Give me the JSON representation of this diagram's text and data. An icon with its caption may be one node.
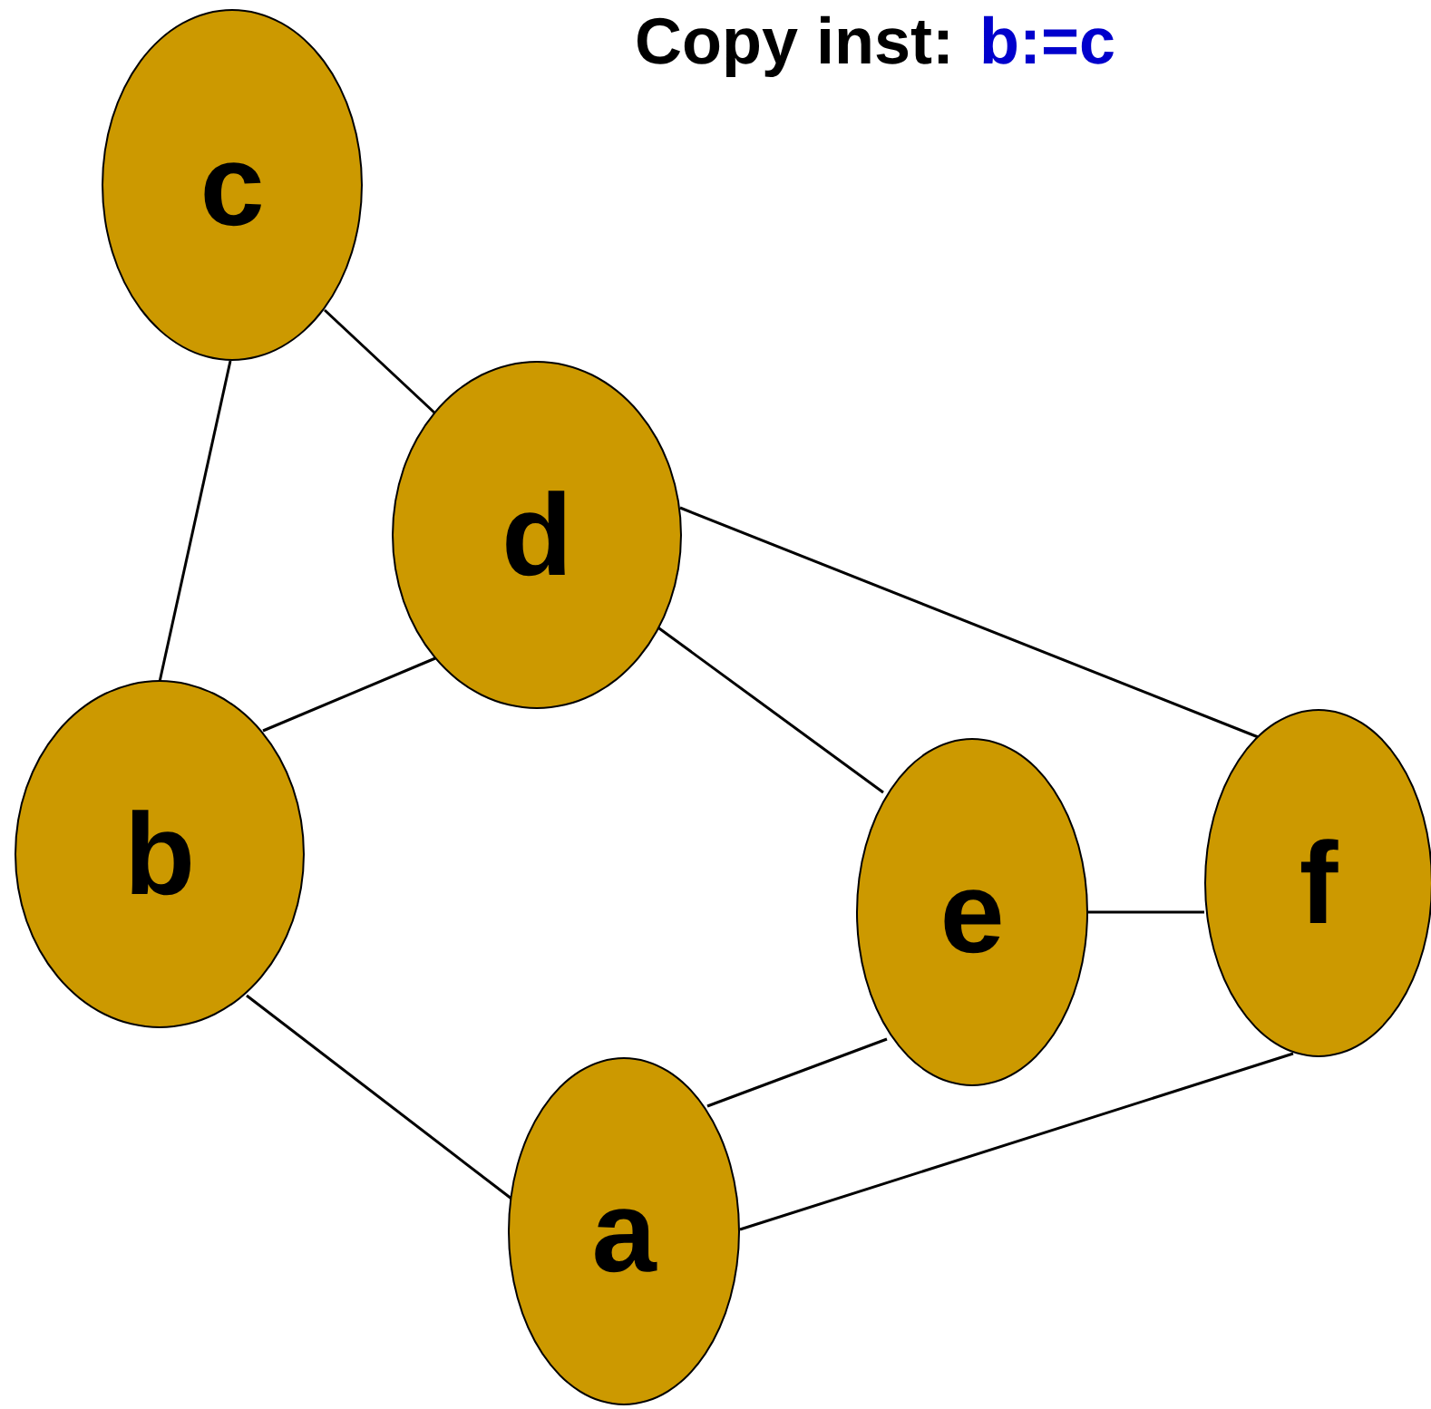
{
  "diagram": {
    "title": "Copy inst:",
    "labels": [
      "b:=c"
    ],
    "nodes": [
      {
        "text": [
          "c"
        ]
      },
      {
        "text": [
          "d"
        ]
      },
      {
        "text": [
          "b"
        ]
      },
      {
        "text": [
          "e"
        ]
      },
      {
        "text": [
          "f"
        ]
      },
      {
        "text": [
          "a"
        ]
      }
    ],
    "edges": [
      {
        "from": 0,
        "to": 1,
        "arrow": "none"
      },
      {
        "from": 0,
        "to": 2,
        "arrow": "none"
      },
      {
        "from": 1,
        "to": 2,
        "arrow": "none"
      },
      {
        "from": 1,
        "to": 4,
        "arrow": "none"
      },
      {
        "from": 1,
        "to": 3,
        "arrow": "none"
      },
      {
        "from": 2,
        "to": 5,
        "arrow": "none"
      },
      {
        "from": 3,
        "to": 4,
        "arrow": "none"
      },
      {
        "from": 3,
        "to": 5,
        "arrow": "none"
      },
      {
        "from": 5,
        "to": 4,
        "arrow": "none"
      }
    ]
  }
}
